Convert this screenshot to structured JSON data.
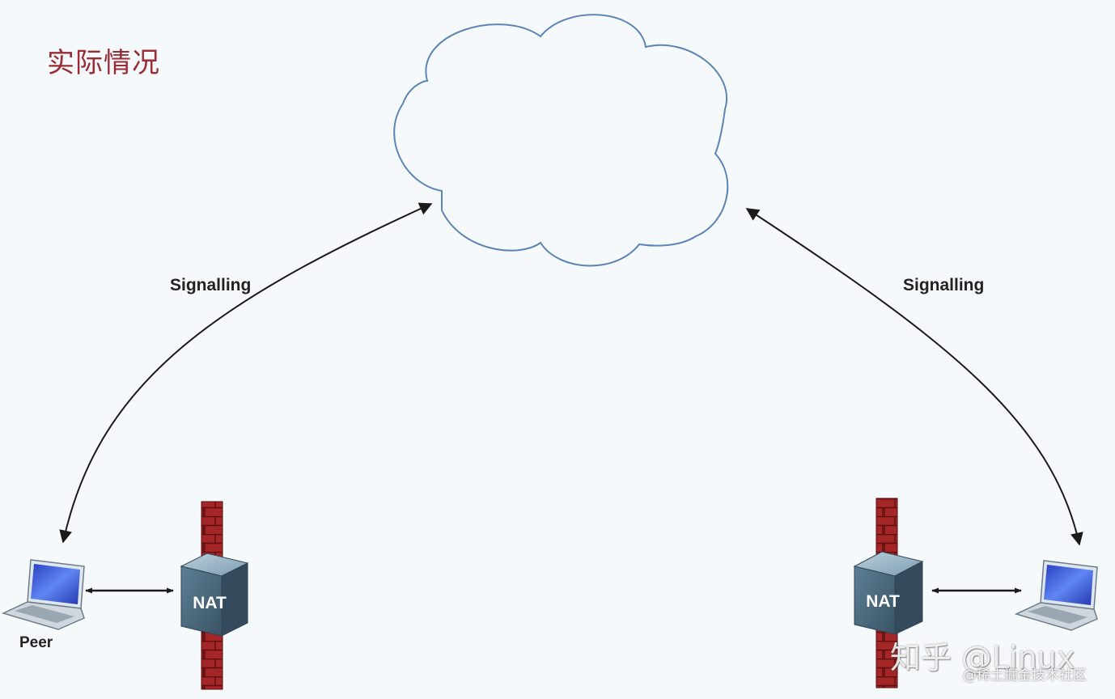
{
  "diagram": {
    "title": "实际情况",
    "left_signal_label": "Signalling",
    "right_signal_label": "Signalling",
    "left_nat_label": "NAT",
    "right_nat_label": "NAT",
    "peer_label": "Peer"
  },
  "watermark": {
    "main": "知乎 @Linux",
    "sub": "@稀土掘金技术社区"
  },
  "colors": {
    "title": "#9c2b33",
    "cloud_stroke": "#5b84b8",
    "firewall": "#a52626",
    "nat_box": "#4f6f86",
    "laptop_screen": "#2e4fd6",
    "arrow": "#1a1a1a"
  },
  "icons": [
    "cloud-icon",
    "laptop-icon",
    "firewall-icon",
    "nat-router-icon",
    "double-arrow-icon"
  ]
}
